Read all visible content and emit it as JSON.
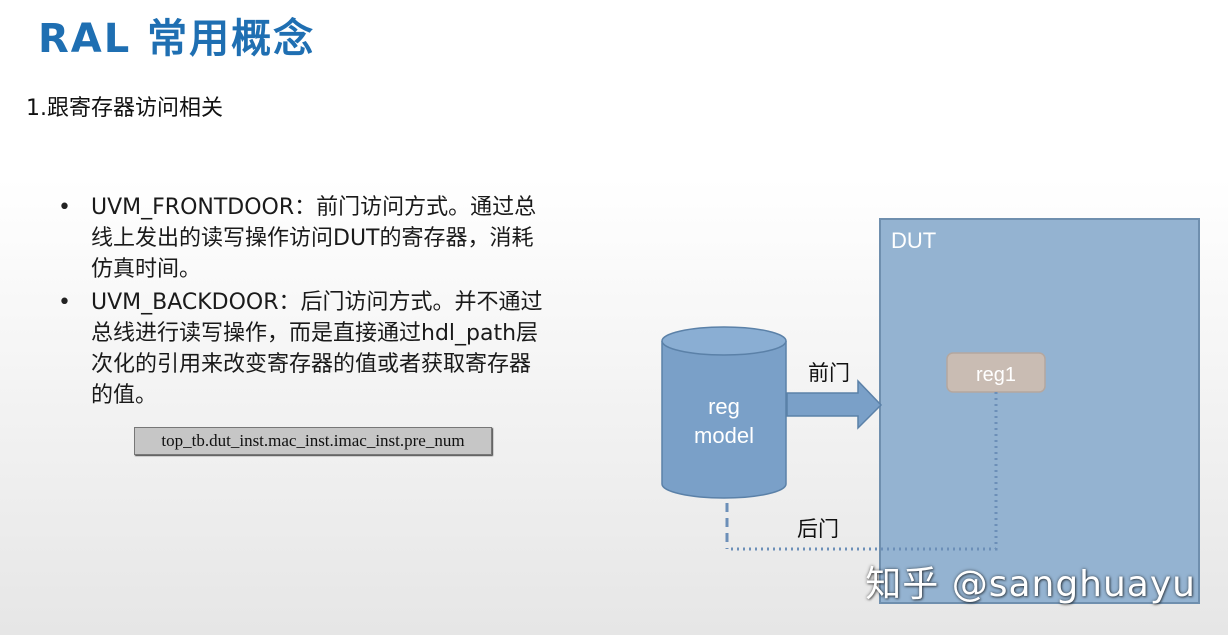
{
  "title": "RAL 常用概念",
  "section_heading": "1.跟寄存器访问相关",
  "bullets": [
    {
      "lines": [
        "UVM_FRONTDOOR：前门访问方式。通过总",
        "线上发出的读写操作访问DUT的寄存器，消耗",
        "仿真时间。"
      ]
    },
    {
      "lines": [
        "UVM_BACKDOOR：后门访问方式。并不通过",
        "总线进行读写操作，而是直接通过hdl_path层",
        "次化的引用来改变寄存器的值或者获取寄存器",
        "的值。"
      ]
    }
  ],
  "code_path": "top_tb.dut_inst.mac_inst.imac_inst.pre_num",
  "diagram": {
    "dut_label": "DUT",
    "reg_label": "reg1",
    "model_label_line1": "reg",
    "model_label_line2": "model",
    "frontdoor_label": "前门",
    "backdoor_label": "后门"
  },
  "watermark": "知乎 @sanghuayu",
  "colors": {
    "title": "#1f6fb2",
    "dut_fill": "#94b3d1",
    "dut_border": "#6f8fae",
    "cylinder_fill": "#7aa0c8",
    "cylinder_border": "#5b81a8",
    "reg_fill": "#c9bcb3",
    "arrow_fill": "#7aa0c8"
  }
}
